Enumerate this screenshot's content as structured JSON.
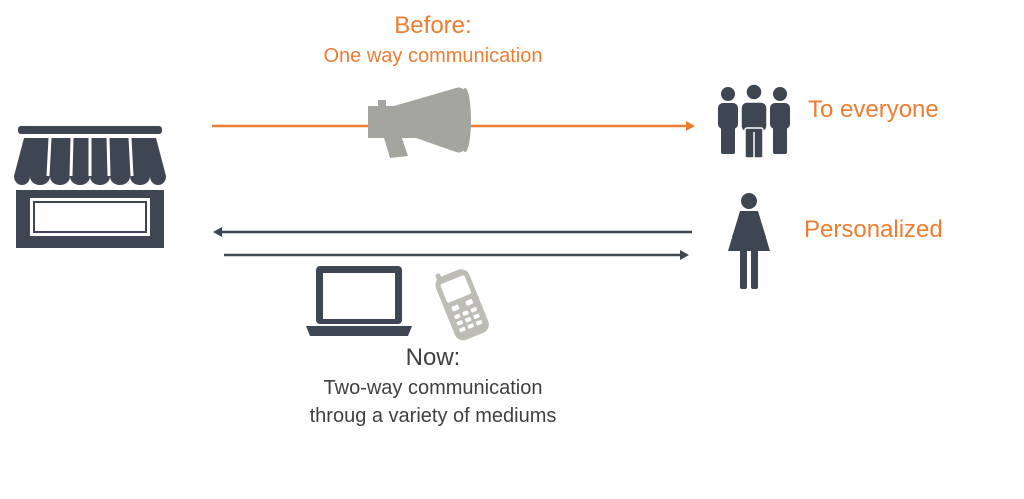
{
  "colors": {
    "orange": "#ED7D31",
    "dark": "#3E4653",
    "gray": "#404040",
    "megaphone": "#A5A5A0",
    "phone": "#BDBDB5"
  },
  "before": {
    "title": "Before:",
    "subtitle": "One way communication"
  },
  "to_everyone_label": "To everyone",
  "personalized_label": "Personalized",
  "now": {
    "title": "Now:",
    "description": "Two-way communication throug a variety of mediums"
  },
  "icons": [
    "store-icon",
    "megaphone-icon",
    "group-people-icon",
    "woman-icon",
    "laptop-icon",
    "mobile-phone-icon"
  ]
}
